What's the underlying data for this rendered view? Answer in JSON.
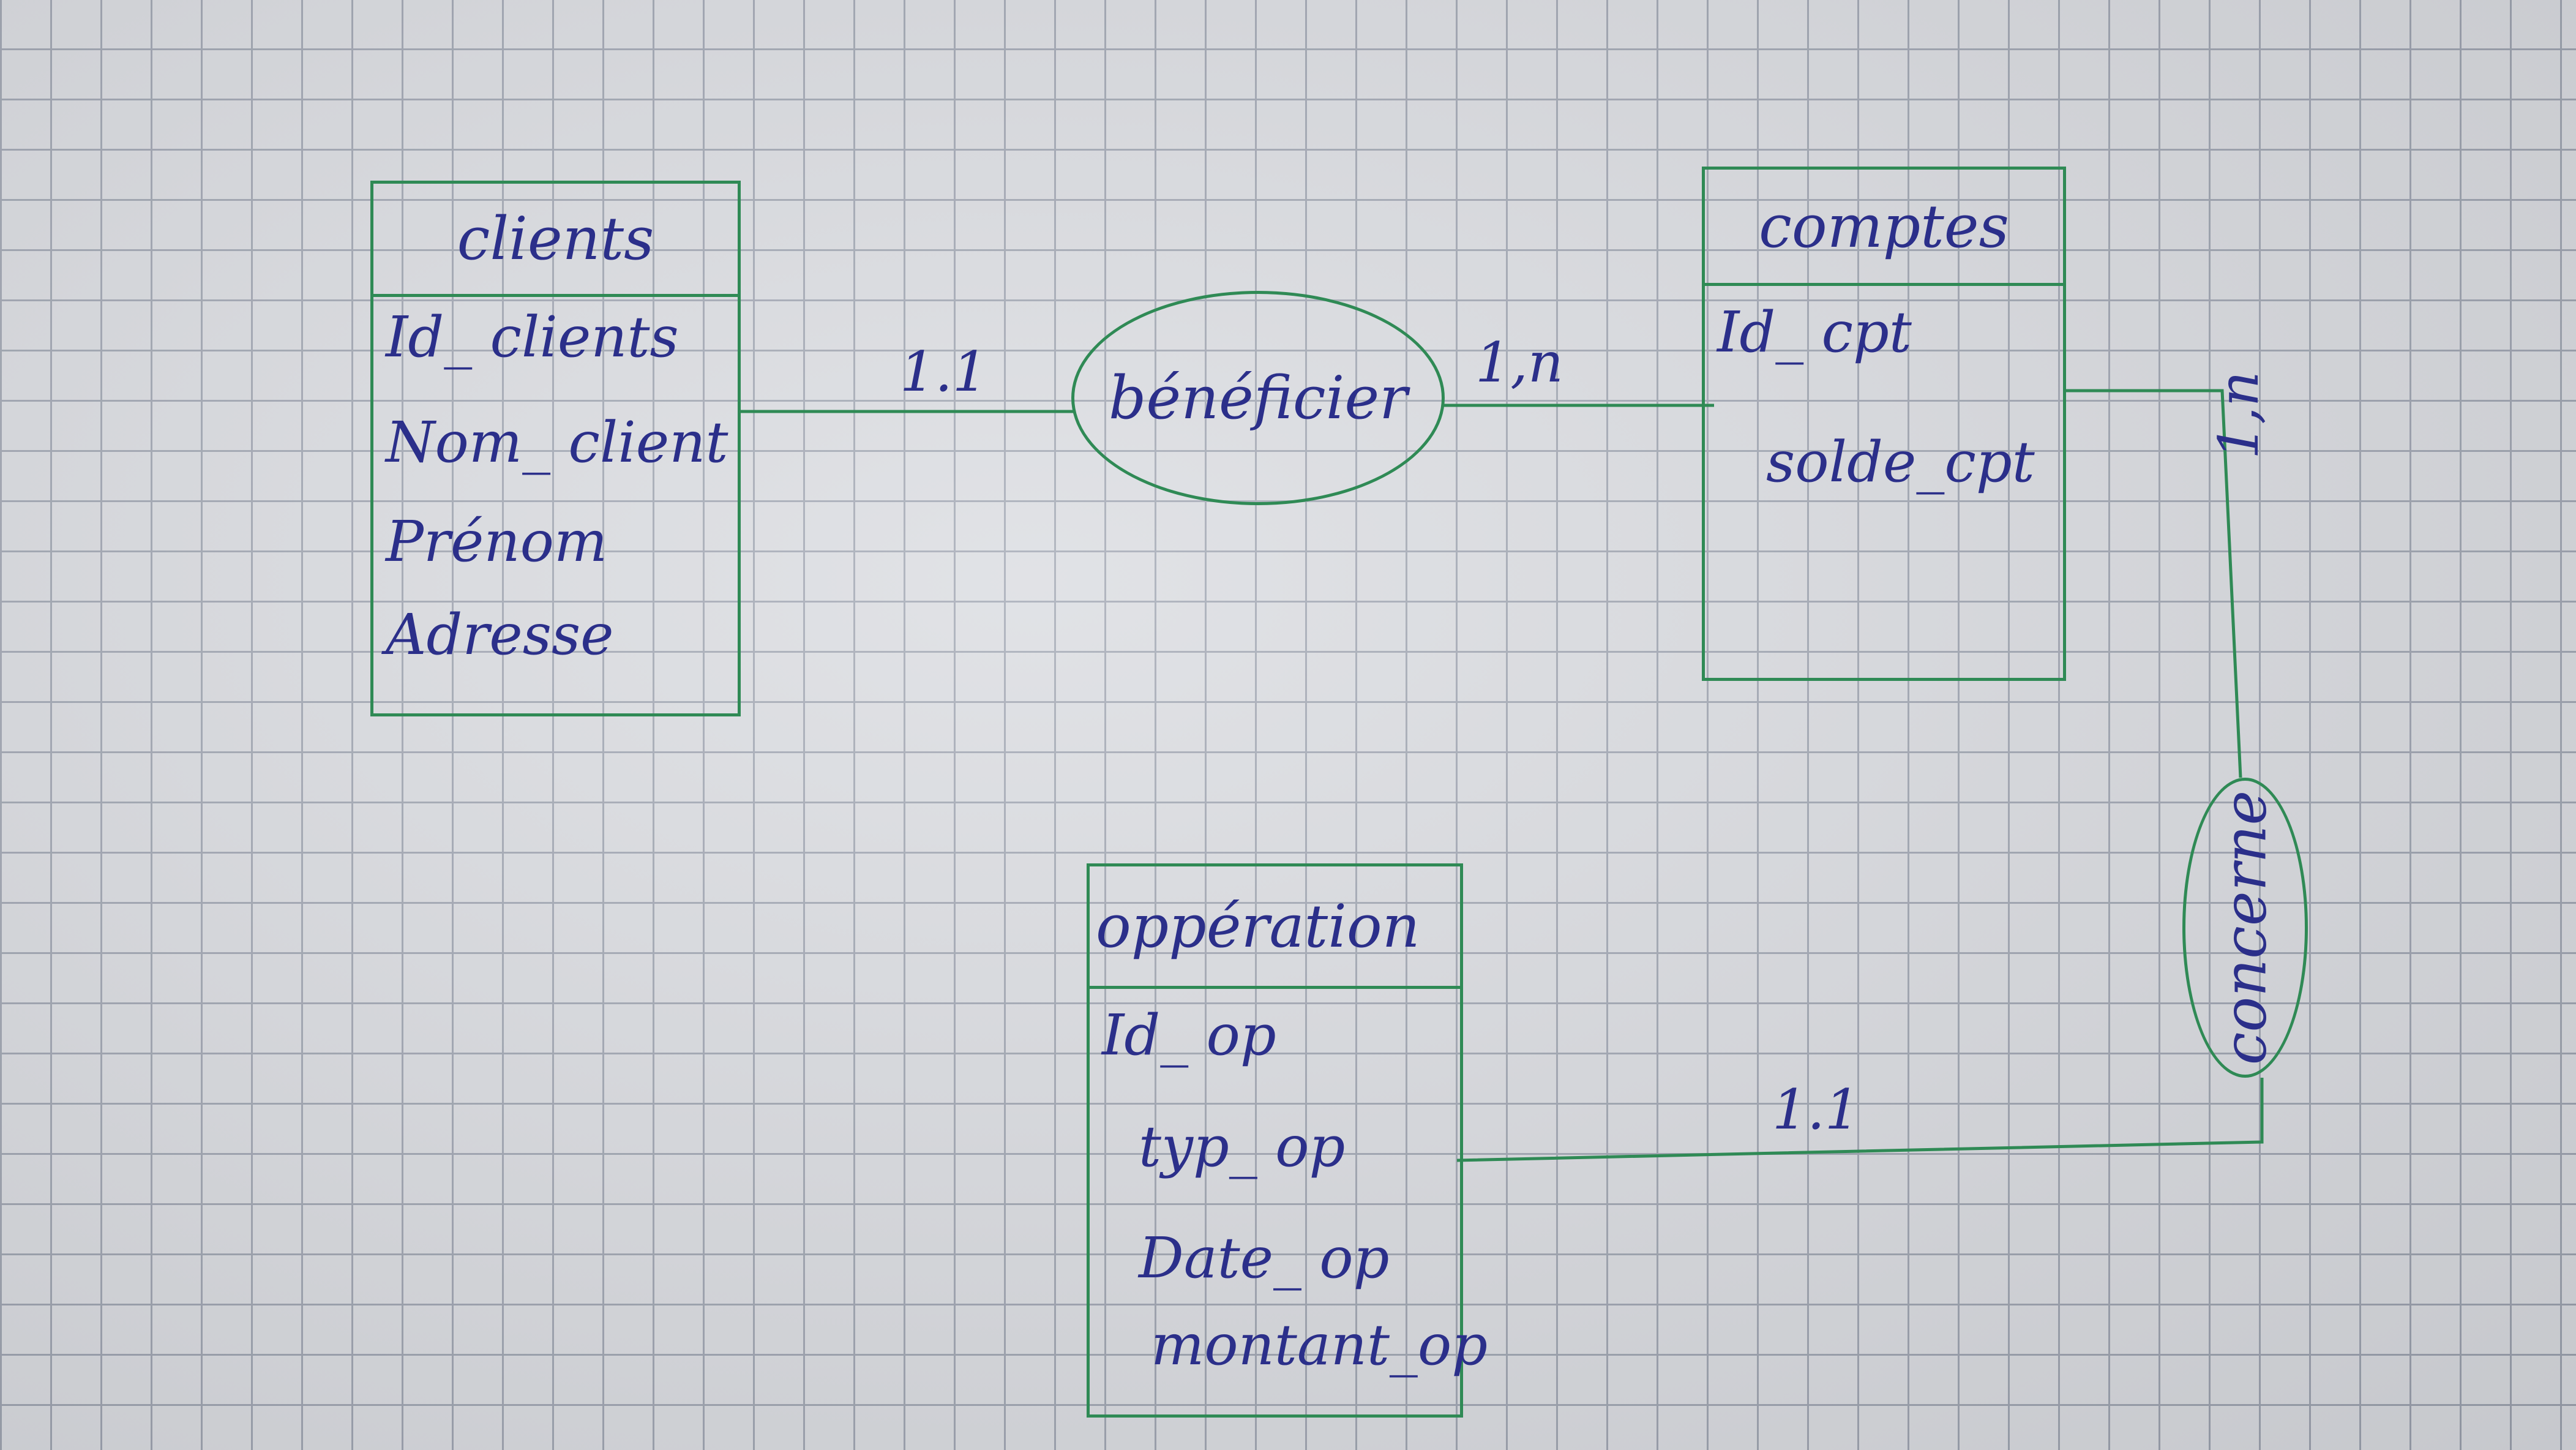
{
  "entities": {
    "clients": {
      "title": "clients",
      "attributes": [
        "Id_ clients",
        "Nom_ client",
        "Prénom",
        "Adresse"
      ]
    },
    "comptes": {
      "title": "comptes",
      "attributes": [
        "Id_ cpt",
        "solde_cpt"
      ]
    },
    "operation": {
      "title": "oppération",
      "attributes": [
        "Id_ op",
        "typ_ op",
        "Date_ op",
        "montant_op"
      ]
    }
  },
  "associations": {
    "beneficier": "bénéficier",
    "concerne": "concerne"
  },
  "cardinalities": {
    "clients_beneficier": "1.1",
    "comptes_beneficier": "1,n",
    "comptes_concerne": "1,n",
    "operation_concerne": "1.1"
  },
  "colors": {
    "line": "#2f8a55",
    "ink": "#2b2f8a"
  }
}
